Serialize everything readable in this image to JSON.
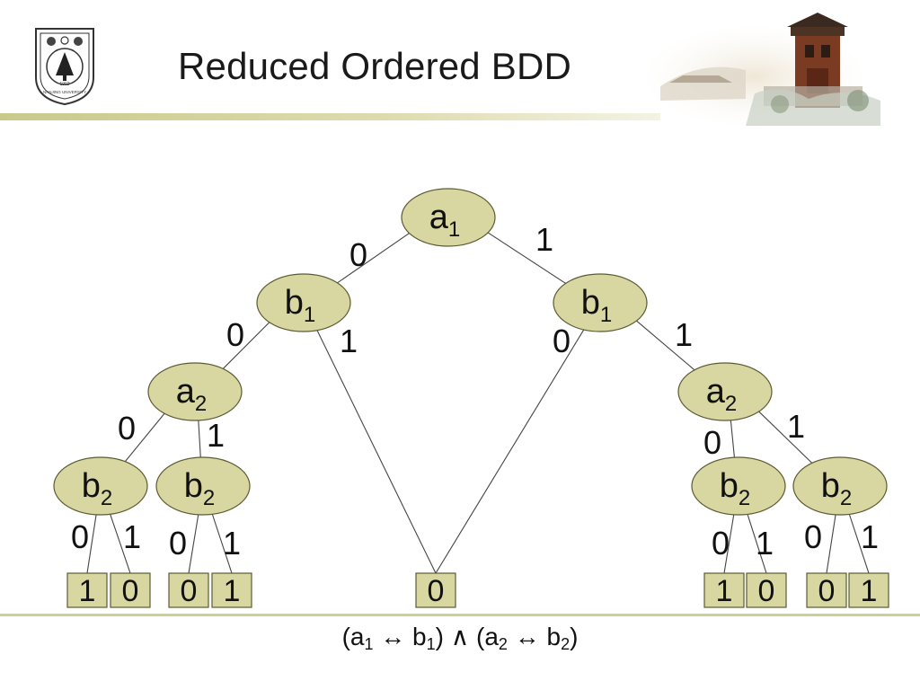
{
  "slide": {
    "title": "Reduced Ordered BDD",
    "university_logo_text": "NANJING UNIVERSITY",
    "university_logo_year": "1902"
  },
  "colors": {
    "node_fill": "#d8d7a2",
    "node_stroke": "#5c5a32",
    "accent_bar": "#cfcf8f",
    "line": "#444444"
  },
  "bdd": {
    "nodes": [
      {
        "id": "a1",
        "var": "a",
        "sub": "1"
      },
      {
        "id": "b1L",
        "var": "b",
        "sub": "1"
      },
      {
        "id": "b1R",
        "var": "b",
        "sub": "1"
      },
      {
        "id": "a2L",
        "var": "a",
        "sub": "2"
      },
      {
        "id": "a2R",
        "var": "a",
        "sub": "2"
      },
      {
        "id": "b2LL",
        "var": "b",
        "sub": "2"
      },
      {
        "id": "b2LR",
        "var": "b",
        "sub": "2"
      },
      {
        "id": "b2RL",
        "var": "b",
        "sub": "2"
      },
      {
        "id": "b2RR",
        "var": "b",
        "sub": "2"
      }
    ],
    "leaves": [
      {
        "id": "t1",
        "value": "1"
      },
      {
        "id": "t2",
        "value": "0"
      },
      {
        "id": "t3",
        "value": "0"
      },
      {
        "id": "t4",
        "value": "1"
      },
      {
        "id": "t5",
        "value": "0"
      },
      {
        "id": "t6",
        "value": "1"
      },
      {
        "id": "t7",
        "value": "0"
      },
      {
        "id": "t8",
        "value": "0"
      },
      {
        "id": "t9",
        "value": "1"
      }
    ],
    "edges": [
      {
        "from": "a1",
        "to": "b1L",
        "label": "0"
      },
      {
        "from": "a1",
        "to": "b1R",
        "label": "1"
      },
      {
        "from": "b1L",
        "to": "a2L",
        "label": "0"
      },
      {
        "from": "b1L",
        "to": "t5",
        "label": "1"
      },
      {
        "from": "b1R",
        "to": "t5",
        "label": "0"
      },
      {
        "from": "b1R",
        "to": "a2R",
        "label": "1"
      },
      {
        "from": "a2L",
        "to": "b2LL",
        "label": "0"
      },
      {
        "from": "a2L",
        "to": "b2LR",
        "label": "1"
      },
      {
        "from": "a2R",
        "to": "b2RL",
        "label": "0"
      },
      {
        "from": "a2R",
        "to": "b2RR",
        "label": "1"
      },
      {
        "from": "b2LL",
        "to": "t1",
        "label": "0"
      },
      {
        "from": "b2LL",
        "to": "t2",
        "label": "1"
      },
      {
        "from": "b2LR",
        "to": "t3",
        "label": "0"
      },
      {
        "from": "b2LR",
        "to": "t4",
        "label": "1"
      },
      {
        "from": "b2RL",
        "to": "t6",
        "label": "0"
      },
      {
        "from": "b2RL",
        "to": "t7",
        "label": "1"
      },
      {
        "from": "b2RR",
        "to": "t8",
        "label": "0"
      },
      {
        "from": "b2RR",
        "to": "t9",
        "label": "1"
      }
    ]
  },
  "formula": {
    "open1": "(a",
    "sub1": "1",
    "iff1": " ↔ b",
    "sub2": "1",
    "and": ") ∧ (a",
    "sub3": "2",
    "iff2": " ↔ b",
    "sub4": "2",
    "close": ")"
  }
}
